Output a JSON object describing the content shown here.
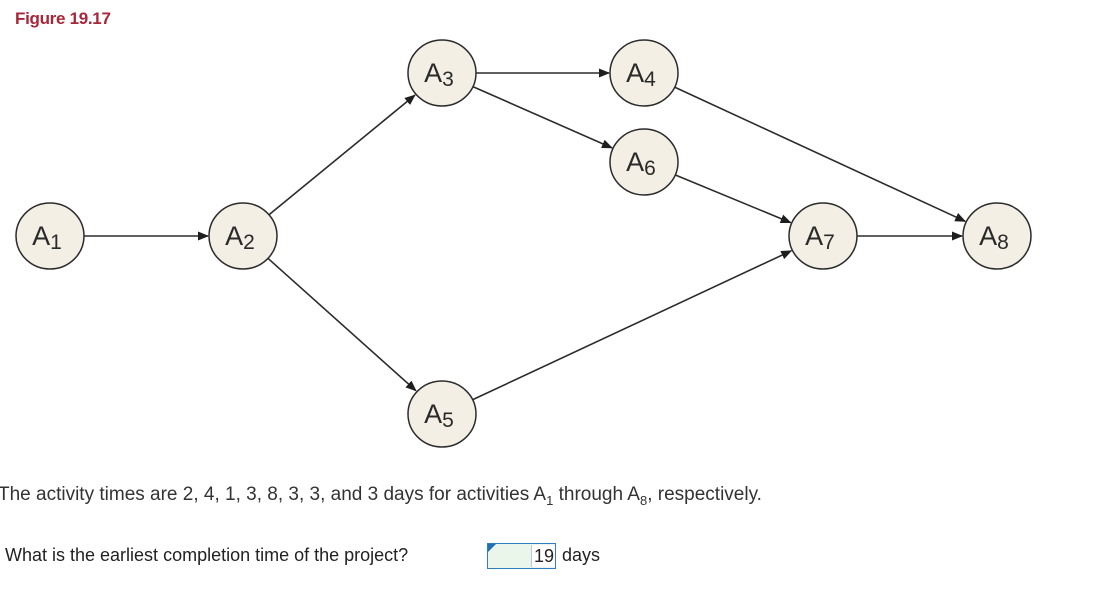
{
  "figure_title": "Figure 19.17",
  "nodes": [
    {
      "id": "A1",
      "letter": "A",
      "sub": "1"
    },
    {
      "id": "A2",
      "letter": "A",
      "sub": "2"
    },
    {
      "id": "A3",
      "letter": "A",
      "sub": "3"
    },
    {
      "id": "A4",
      "letter": "A",
      "sub": "4"
    },
    {
      "id": "A5",
      "letter": "A",
      "sub": "5"
    },
    {
      "id": "A6",
      "letter": "A",
      "sub": "6"
    },
    {
      "id": "A7",
      "letter": "A",
      "sub": "7"
    },
    {
      "id": "A8",
      "letter": "A",
      "sub": "8"
    }
  ],
  "edges": [
    [
      "A1",
      "A2"
    ],
    [
      "A2",
      "A3"
    ],
    [
      "A2",
      "A5"
    ],
    [
      "A3",
      "A4"
    ],
    [
      "A3",
      "A6"
    ],
    [
      "A4",
      "A8"
    ],
    [
      "A6",
      "A7"
    ],
    [
      "A5",
      "A7"
    ],
    [
      "A7",
      "A8"
    ]
  ],
  "description": {
    "part1": "The activity times are 2, 4, 1, 3, 8, 3, 3, and 3 days for activities A",
    "sub1": "1",
    "part2": " through A",
    "sub2": "8",
    "part3": ", respectively."
  },
  "question": {
    "label": "What is the earliest completion time of the project?",
    "answer_value": "19",
    "unit": "days"
  },
  "colors": {
    "figure_title": "#a8263a",
    "node_fill": "#f3efe4",
    "answer_border": "#2f7fbf",
    "answer_background": "#eaf6ea"
  }
}
